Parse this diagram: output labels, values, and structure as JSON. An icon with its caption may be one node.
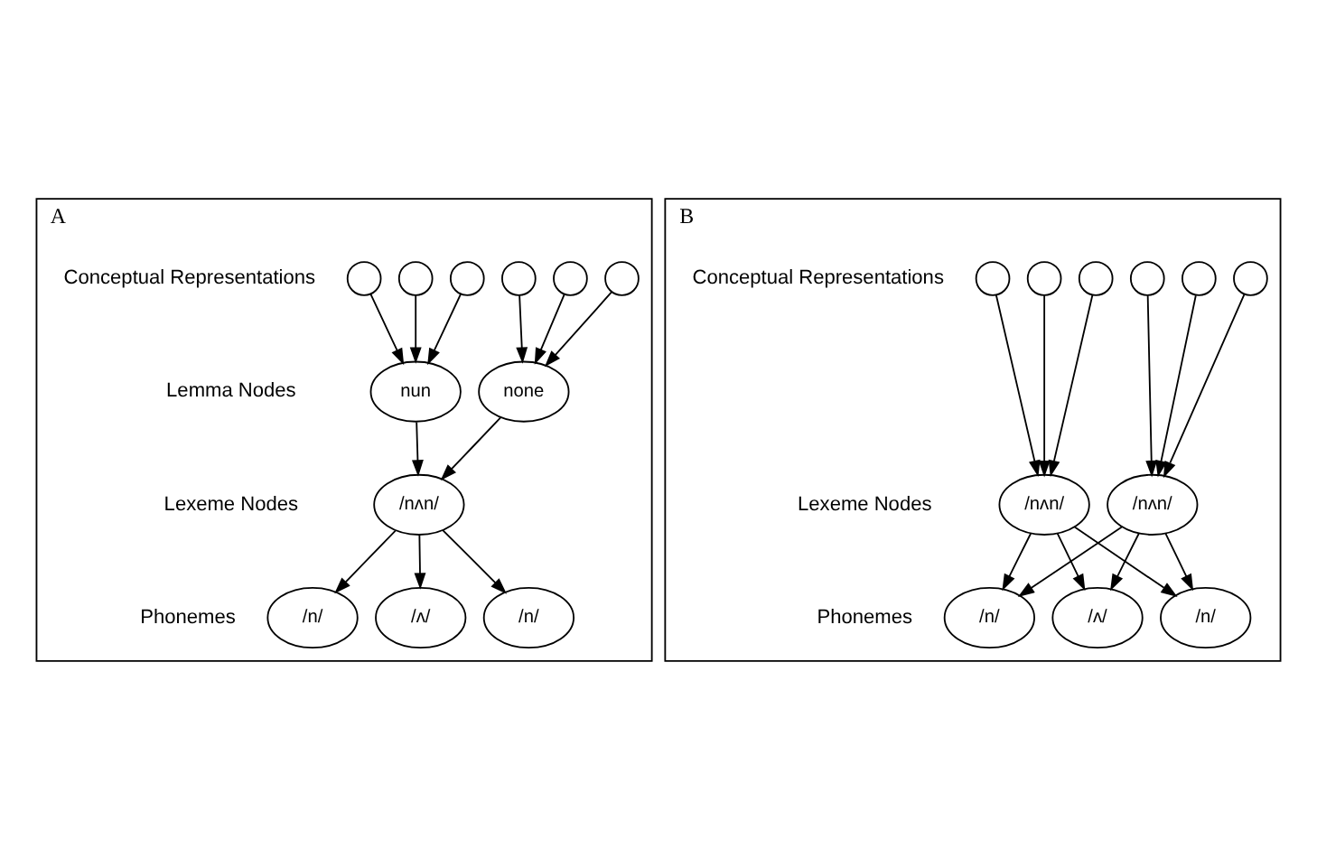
{
  "diagram": {
    "nodes": [
      {
        "text": [
          "A"
        ]
      },
      {
        "text": [],
        "shape": "circle",
        "in": 0
      },
      {
        "text": [],
        "shape": "circle",
        "in": 0
      },
      {
        "text": [],
        "shape": "circle",
        "in": 0
      },
      {
        "text": [],
        "shape": "circle",
        "in": 0
      },
      {
        "text": [],
        "shape": "circle",
        "in": 0
      },
      {
        "text": [],
        "shape": "circle",
        "in": 0
      },
      {
        "text": [
          "nun"
        ],
        "in": 0
      },
      {
        "text": [
          "none"
        ],
        "in": 0
      },
      {
        "text": [
          "/nʌn/"
        ],
        "in": 0
      },
      {
        "text": [
          "/n/"
        ],
        "in": 0
      },
      {
        "text": [
          "/ʌ/"
        ],
        "in": 0
      },
      {
        "text": [
          "/n/"
        ],
        "in": 0
      },
      {
        "text": [
          "B"
        ]
      },
      {
        "text": [],
        "shape": "circle",
        "in": 13
      },
      {
        "text": [],
        "shape": "circle",
        "in": 13
      },
      {
        "text": [],
        "shape": "circle",
        "in": 13
      },
      {
        "text": [],
        "shape": "circle",
        "in": 13
      },
      {
        "text": [],
        "shape": "circle",
        "in": 13
      },
      {
        "text": [],
        "shape": "circle",
        "in": 13
      },
      {
        "text": [
          "/nʌn/"
        ],
        "in": 13
      },
      {
        "text": [
          "/nʌn/"
        ],
        "in": 13
      },
      {
        "text": [
          "/n/"
        ],
        "in": 13
      },
      {
        "text": [
          "/ʌ/"
        ],
        "in": 13
      },
      {
        "text": [
          "/n/"
        ],
        "in": 13
      }
    ],
    "edges": [
      {
        "from": 1,
        "to": 7,
        "arrow": "to"
      },
      {
        "from": 2,
        "to": 7,
        "arrow": "to"
      },
      {
        "from": 3,
        "to": 7,
        "arrow": "to"
      },
      {
        "from": 4,
        "to": 8,
        "arrow": "to"
      },
      {
        "from": 5,
        "to": 8,
        "arrow": "to"
      },
      {
        "from": 6,
        "to": 8,
        "arrow": "to"
      },
      {
        "from": 7,
        "to": 9,
        "arrow": "to"
      },
      {
        "from": 8,
        "to": 9,
        "arrow": "to"
      },
      {
        "from": 9,
        "to": 10,
        "arrow": "to"
      },
      {
        "from": 9,
        "to": 11,
        "arrow": "to"
      },
      {
        "from": 9,
        "to": 12,
        "arrow": "to"
      },
      {
        "from": 14,
        "to": 20,
        "arrow": "to"
      },
      {
        "from": 15,
        "to": 20,
        "arrow": "to"
      },
      {
        "from": 16,
        "to": 20,
        "arrow": "to"
      },
      {
        "from": 17,
        "to": 21,
        "arrow": "to"
      },
      {
        "from": 18,
        "to": 21,
        "arrow": "to"
      },
      {
        "from": 19,
        "to": 21,
        "arrow": "to"
      },
      {
        "from": 20,
        "to": 22,
        "arrow": "to"
      },
      {
        "from": 20,
        "to": 23,
        "arrow": "to"
      },
      {
        "from": 20,
        "to": 24,
        "arrow": "to"
      },
      {
        "from": 21,
        "to": 22,
        "arrow": "to"
      },
      {
        "from": 21,
        "to": 23,
        "arrow": "to"
      },
      {
        "from": 21,
        "to": 24,
        "arrow": "to"
      }
    ],
    "labels": [
      "Conceptual Representations",
      "Lemma Nodes",
      "Lexeme Nodes",
      "Phonemes",
      "Conceptual Representations",
      "Lexeme Nodes",
      "Phonemes"
    ]
  }
}
